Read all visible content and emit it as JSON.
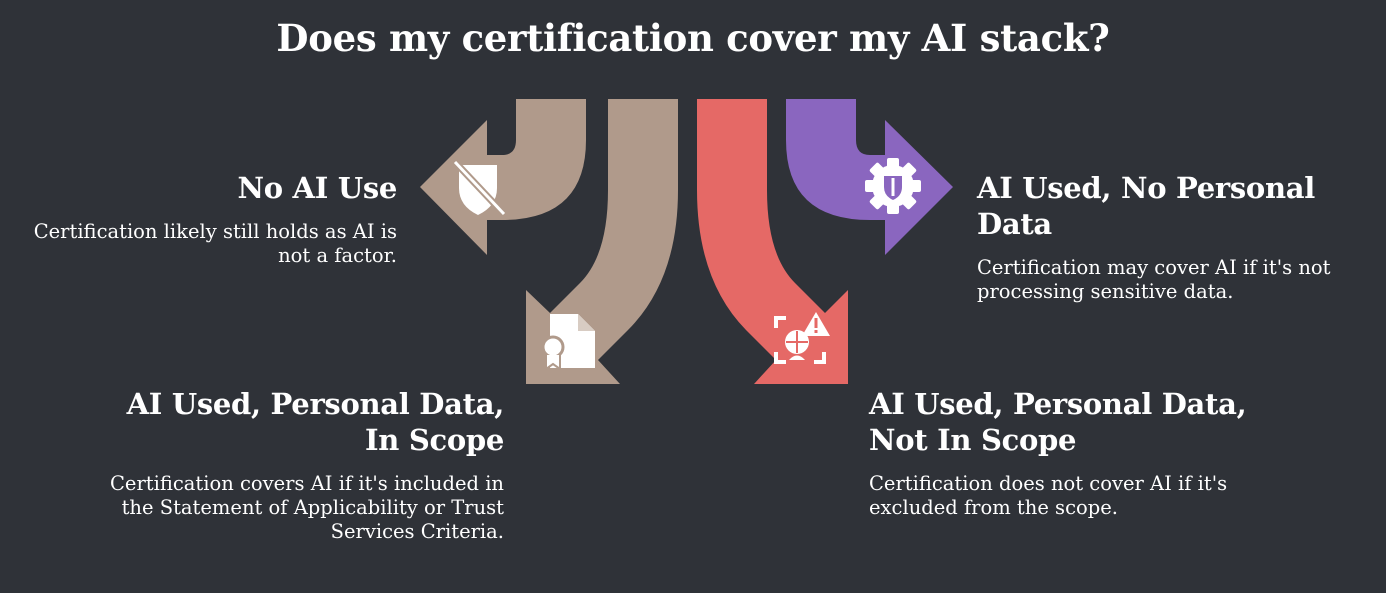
{
  "title": "Does my certification cover my AI stack?",
  "colors": {
    "background": "#2f3238",
    "tan": "#b09a8b",
    "red": "#e56966",
    "purple": "#8a66bf"
  },
  "branches": [
    {
      "heading": "No AI Use",
      "description": "Certification likely still holds as AI is not a factor.",
      "icon": "shield-slash-icon",
      "color": "tan"
    },
    {
      "heading": "AI Used, Personal Data, In Scope",
      "description": "Certification covers AI if it's included in the Statement of Applicability or Trust Services Criteria.",
      "icon": "certificate-document-icon",
      "color": "tan"
    },
    {
      "heading": "AI Used, No Personal Data",
      "description": "Certification may cover AI if it's not processing sensitive data.",
      "icon": "gear-shield-icon",
      "color": "purple"
    },
    {
      "heading": "AI Used, Personal Data, Not In Scope",
      "description": "Certification does not cover AI if it's excluded from the scope.",
      "icon": "scan-warning-icon",
      "color": "red"
    }
  ]
}
